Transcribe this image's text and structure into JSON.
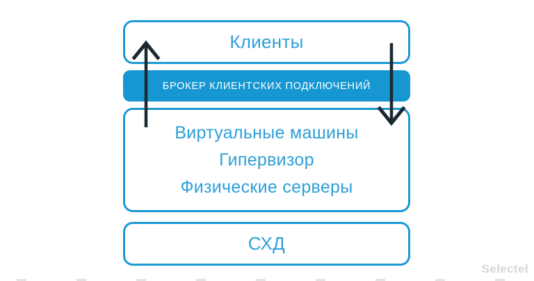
{
  "diagram": {
    "clients": {
      "label": "Клиенты"
    },
    "broker": {
      "label": "БРОКЕР КЛИЕНТСКИХ ПОДКЛЮЧЕНИЙ"
    },
    "compute": {
      "lines": [
        "Виртуальные машины",
        "Гипервизор",
        "Физические серверы"
      ]
    },
    "storage": {
      "label": "СХД"
    },
    "arrows": {
      "left": "up-arrow-from-compute-to-clients",
      "right": "down-arrow-from-clients-to-compute"
    },
    "watermark": "Selectel",
    "colors": {
      "accent_blue": "#1697d2",
      "border_blue": "#1a99d4",
      "text_blue": "#2e9fd6",
      "arrow_dark": "#1b2830",
      "broker_text": "#ffffff",
      "watermark_gray": "#d7d7d7"
    }
  }
}
